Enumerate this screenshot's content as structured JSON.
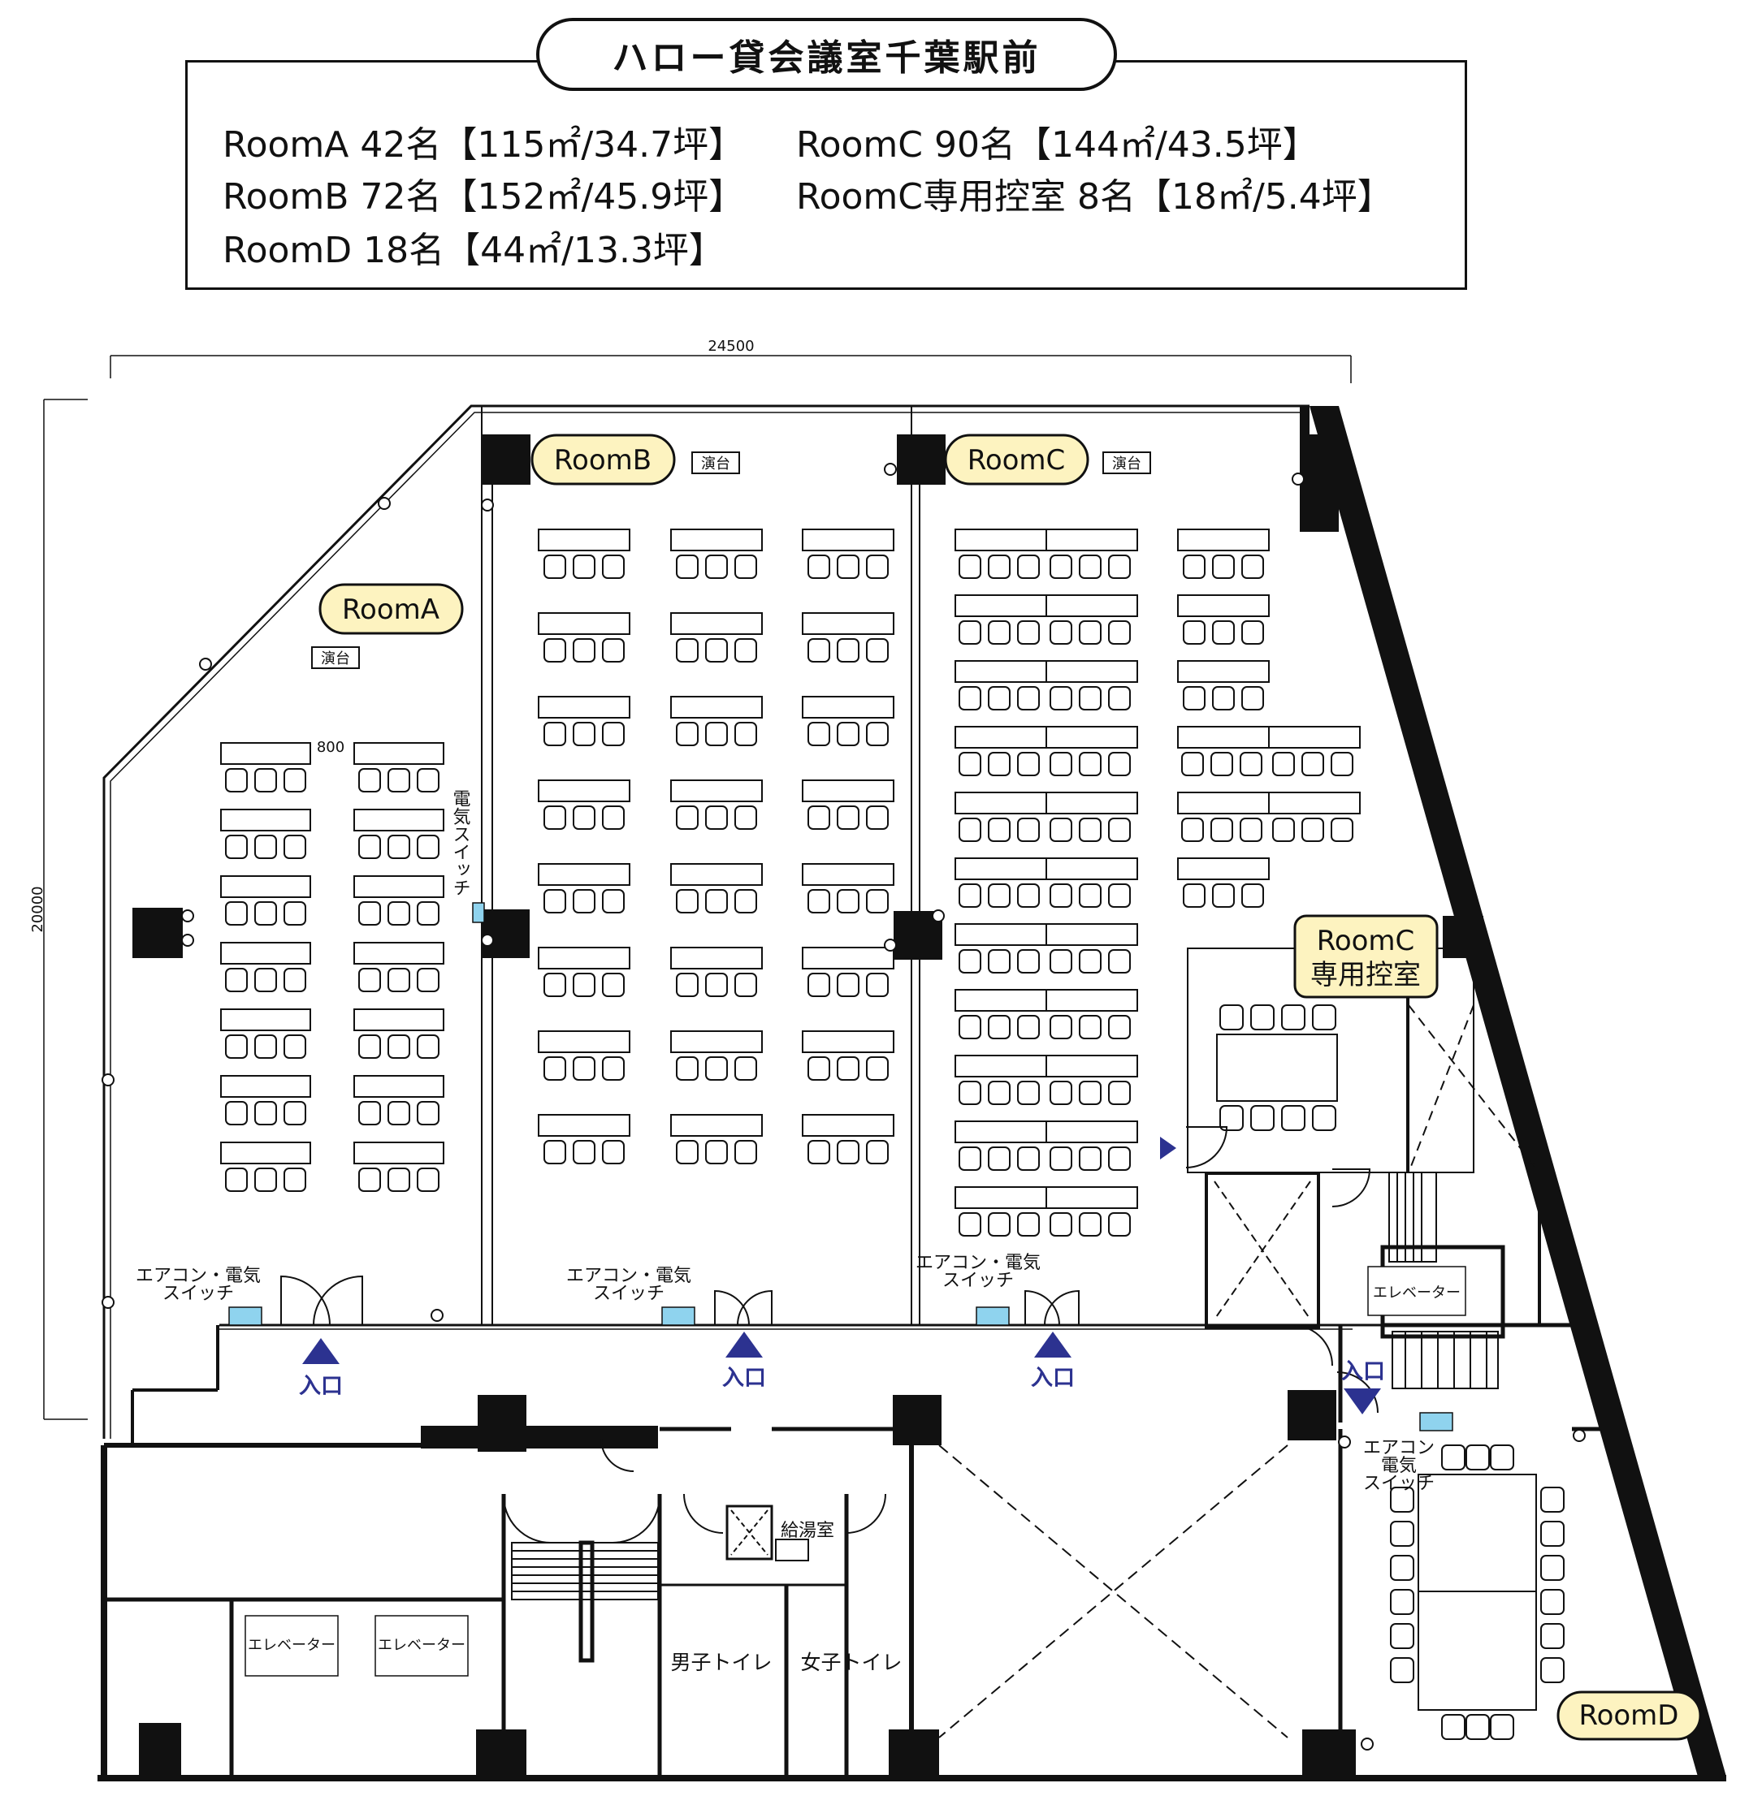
{
  "title": "ハロー貸会議室千葉駅前",
  "capacity": [
    "RoomA 42名【115㎡/34.7坪】",
    "RoomB 72名【152㎡/45.9坪】",
    "RoomD 18名【44㎡/13.3坪】",
    "RoomC 90名【144㎡/43.5坪】",
    "RoomC専用控室 8名【18㎡/5.4坪】"
  ],
  "dimensions": {
    "width": "24500",
    "height": "20000",
    "table": "800"
  },
  "rooms": {
    "a": "RoomA",
    "b": "RoomB",
    "c": "RoomC",
    "c_annex_1": "RoomC",
    "c_annex_2": "専用控室",
    "d": "RoomD"
  },
  "podium": "演台",
  "switch": "電気スイッチ",
  "aircon_switch_1": "エアコン・電気",
  "aircon_switch_2": "スイッチ",
  "aircon_d": [
    "エアコン",
    "電気",
    "スイッチ"
  ],
  "entrance": "入口",
  "elevator": "エレベーター",
  "kitchen": "給湯室",
  "toilet_m": "男子トイレ",
  "toilet_f": "女子トイレ",
  "colors": {
    "label_fill": "#fdf3c0",
    "entrance": "#2c3290",
    "switch": "#8fd3ee",
    "ink": "#111111"
  }
}
